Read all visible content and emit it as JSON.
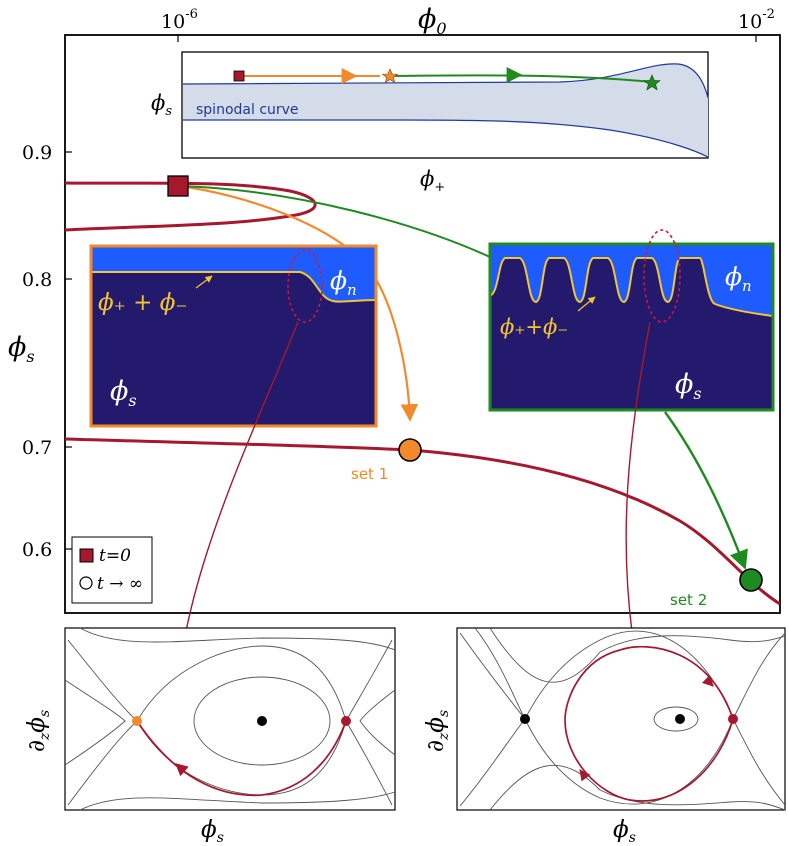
{
  "top_axis": {
    "label": "ϕ",
    "label_sub": "0",
    "ticks": [
      {
        "base": "10",
        "exp": "-6"
      },
      {
        "base": "10",
        "exp": "-2"
      }
    ]
  },
  "left_axis": {
    "label": "ϕ",
    "label_sub": "s",
    "ticks": [
      "0.9",
      "0.8",
      "0.7",
      "0.6"
    ]
  },
  "top_inset": {
    "ylabel": "ϕ",
    "ylabel_sub": "s",
    "xlabel": "ϕ",
    "xlabel_sub": "+",
    "curve_label": "spinodal curve"
  },
  "left_snapshot": {
    "phi_n": "ϕ",
    "phi_n_sub": "n",
    "phi_s": "ϕ",
    "phi_s_sub": "s",
    "interface": "ϕ₊ + ϕ₋"
  },
  "right_snapshot": {
    "phi_n": "ϕ",
    "phi_n_sub": "n",
    "phi_s": "ϕ",
    "phi_s_sub": "s",
    "interface": "ϕ₊+ϕ₋"
  },
  "set_labels": [
    "set 1",
    "set 2"
  ],
  "legend": {
    "start": "t=0",
    "end": "t → ∞"
  },
  "phase_portraits": {
    "xlabel": "ϕ",
    "xlabel_sub": "s",
    "ylabel": "∂",
    "ylabel_sub": "z",
    "ylabel2": "ϕ",
    "ylabel2_sub": "s"
  },
  "colors": {
    "crimson": "#a5182d",
    "orange": "#f28a2b",
    "green": "#1f8a1f",
    "navy": "#231a6e",
    "blue": "#1e5cff",
    "gold": "#f5c431",
    "spinodal_fill": "#d4dcea",
    "spinodal_line": "#1f3a9a"
  }
}
